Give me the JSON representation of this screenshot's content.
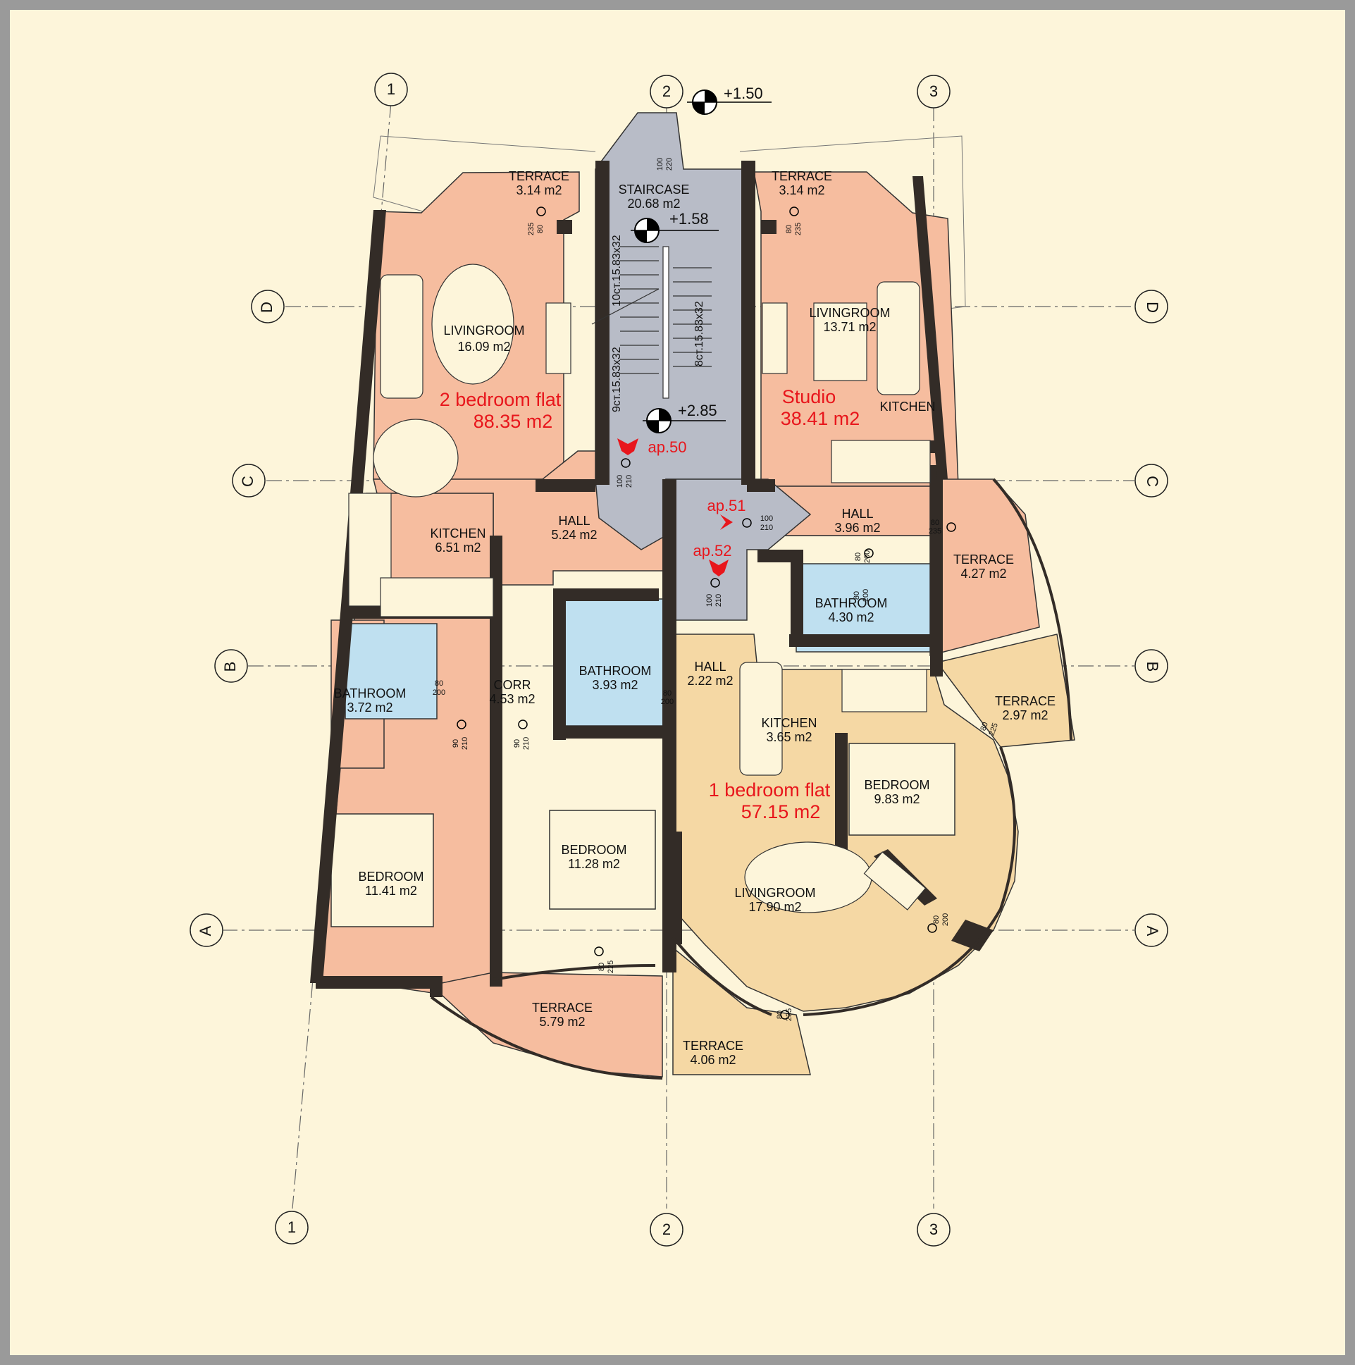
{
  "colors": {
    "background": "#fdf5da",
    "frame": "#9a9a9a",
    "flat_2bed": "#f6bd9f",
    "flat_1bed": "#f5d8a4",
    "stair": "#b8bcc7",
    "bath": "#bfe0f0",
    "furniture": "#fdf5da",
    "wall": "#332c27",
    "label_red": "#e8161c"
  },
  "axes": {
    "top": [
      "1",
      "2",
      "3"
    ],
    "bottom": [
      "1",
      "2",
      "3"
    ],
    "left": [
      "D",
      "C",
      "B",
      "A"
    ],
    "right": [
      "D",
      "C",
      "B",
      "A"
    ]
  },
  "levels": [
    "+1.50",
    "+1.58",
    "+2.85"
  ],
  "flats": [
    {
      "name": "2 bedroom flat",
      "area": "88.35 m2"
    },
    {
      "name": "Studio",
      "area": "38.41 m2"
    },
    {
      "name": "1 bedroom flat",
      "area": "57.15 m2"
    }
  ],
  "apartments": [
    "ap.50",
    "ap.51",
    "ap.52"
  ],
  "stairs": {
    "flight_1": "9ст.15.83x32",
    "flight_2": "10ст.15.83x32",
    "flight_3": "8ст.15.83x32"
  },
  "rooms": [
    {
      "name": "TERRACE",
      "area": "3.14 m2"
    },
    {
      "name": "STAIRCASE",
      "area": "20.68 m2"
    },
    {
      "name": "TERRACE",
      "area": "3.14 m2"
    },
    {
      "name": "LIVINGROOM",
      "area": "16.09 m2"
    },
    {
      "name": "LIVINGROOM",
      "area": "13.71 m2"
    },
    {
      "name": "KITCHEN",
      "area": ""
    },
    {
      "name": "KITCHEN",
      "area": "6.51 m2"
    },
    {
      "name": "HALL",
      "area": "5.24 m2"
    },
    {
      "name": "HALL",
      "area": "3.96 m2"
    },
    {
      "name": "TERRACE",
      "area": "4.27 m2"
    },
    {
      "name": "BATHROOM",
      "area": "4.30 m2"
    },
    {
      "name": "BATHROOM",
      "area": "3.72 m2"
    },
    {
      "name": "CORR",
      "area": "4.53 m2"
    },
    {
      "name": "BATHROOM",
      "area": "3.93 m2"
    },
    {
      "name": "HALL",
      "area": "2.22 m2"
    },
    {
      "name": "KITCHEN",
      "area": "3.65 m2"
    },
    {
      "name": "TERRACE",
      "area": "2.97 m2"
    },
    {
      "name": "BEDROOM",
      "area": "9.83 m2"
    },
    {
      "name": "BEDROOM",
      "area": "11.28 m2"
    },
    {
      "name": "BEDROOM",
      "area": "11.41 m2"
    },
    {
      "name": "LIVINGROOM",
      "area": "17.90 m2"
    },
    {
      "name": "TERRACE",
      "area": "5.79 m2"
    },
    {
      "name": "TERRACE",
      "area": "4.06 m2"
    }
  ],
  "doors": [
    {
      "w": "100",
      "h": "220"
    },
    {
      "w": "80",
      "h": "235"
    },
    {
      "w": "80",
      "h": "235"
    },
    {
      "w": "100",
      "h": "210"
    },
    {
      "w": "100",
      "h": "210"
    },
    {
      "w": "100",
      "h": "210"
    },
    {
      "w": "80",
      "h": "235"
    },
    {
      "w": "80",
      "h": "200"
    },
    {
      "w": "80",
      "h": "200"
    },
    {
      "w": "80",
      "h": "200"
    },
    {
      "w": "90",
      "h": "210"
    },
    {
      "w": "90",
      "h": "210"
    },
    {
      "w": "80",
      "h": "200"
    },
    {
      "w": "80",
      "h": "225"
    },
    {
      "w": "80",
      "h": "225"
    },
    {
      "w": "80",
      "h": "200"
    },
    {
      "w": "80",
      "h": "235"
    }
  ]
}
